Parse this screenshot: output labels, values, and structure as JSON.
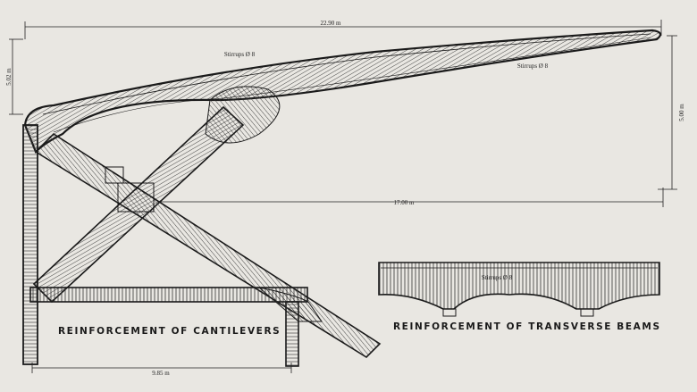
{
  "dimensions": {
    "overall_span": "22.90 m",
    "tip_height_left": "5.02 m",
    "right_height": "5.00 m",
    "horizontal_reach": "17.00 m",
    "base_width": "9.85 m"
  },
  "notes": {
    "stirrups_upper": "Stirrups Ø 8",
    "stirrups_right": "Stirrups Ø 8",
    "stirrups_beam": "Stirrups Ø 8"
  },
  "captions": {
    "cantilevers": "REINFORCEMENT OF CANTILEVERS",
    "transverse_beams": "REINFORCEMENT OF TRANSVERSE BEAMS"
  },
  "colors": {
    "paper": "#e9e7e2",
    "ink": "#1a1a1a",
    "hatch": "#333333"
  }
}
